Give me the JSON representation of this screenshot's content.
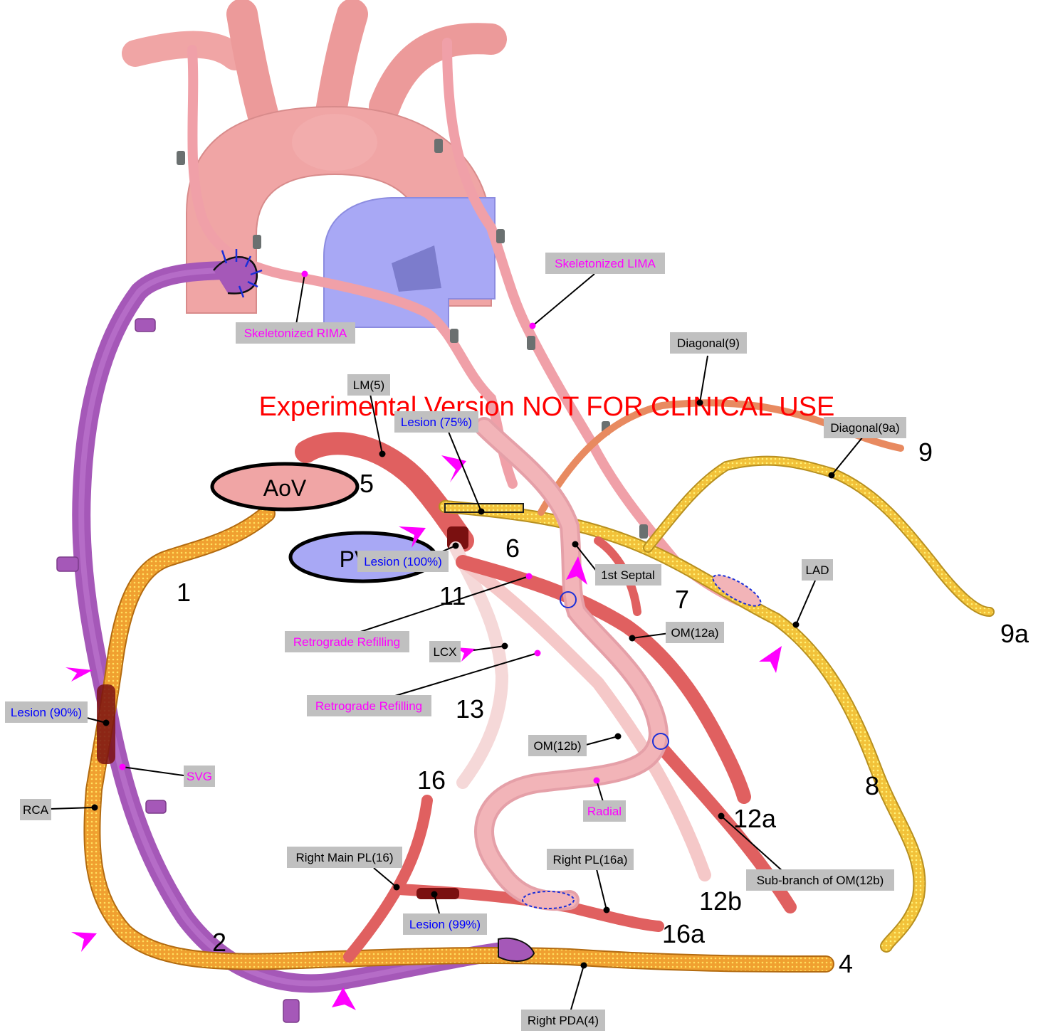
{
  "colors": {
    "aorta": "#f0a5a5",
    "pa": "#a8a8f5",
    "svg_graft": "#a558b8",
    "rca_dotted": "#f0a030",
    "lad_dotted": "#f2cc3a",
    "radial": "#f2b4b8",
    "native_red": "#e06060",
    "lcx_pale": "#f5d8d8",
    "lesion": "#7a1010",
    "arrow": "#ff00ff",
    "label_bg": "#c0c0c0",
    "conduit_label": "#ff00ff",
    "lesion_label": "#0000ff",
    "warning": "#ff0000"
  },
  "warning": "Experimental Version NOT FOR CLINICAL USE",
  "valves": {
    "aov": "AoV",
    "pv": "PV"
  },
  "segment_numbers": {
    "s1": "1",
    "s2": "2",
    "s4": "4",
    "s5": "5",
    "s6": "6",
    "s7": "7",
    "s8": "8",
    "s9": "9",
    "s9a": "9a",
    "s11": "11",
    "s12a": "12a",
    "s12b": "12b",
    "s13": "13",
    "s16": "16",
    "s16a": "16a"
  },
  "labels": {
    "skeletonized_lima": "Skeletonized LIMA",
    "skeletonized_rima": "Skeletonized RIMA",
    "diagonal_9": "Diagonal(9)",
    "diagonal_9a": "Diagonal(9a)",
    "lm_5": "LM(5)",
    "lesion_75": "Lesion (75%)",
    "lesion_100": "Lesion (100%)",
    "first_septal": "1st Septal",
    "lad": "LAD",
    "om_12a": "OM(12a)",
    "retrograde_refilling_1": "Retrograde Refilling",
    "retrograde_refilling_2": "Retrograde Refilling",
    "lcx": "LCX",
    "lesion_90": "Lesion (90%)",
    "om_12b": "OM(12b)",
    "svg": "SVG",
    "rca": "RCA",
    "radial": "Radial",
    "sub_branch_om_12b": "Sub-branch of OM(12b)",
    "right_main_pl_16": "Right Main PL(16)",
    "right_pl_16a": "Right PL(16a)",
    "lesion_99": "Lesion (99%)",
    "right_pda_4": "Right PDA(4)"
  }
}
